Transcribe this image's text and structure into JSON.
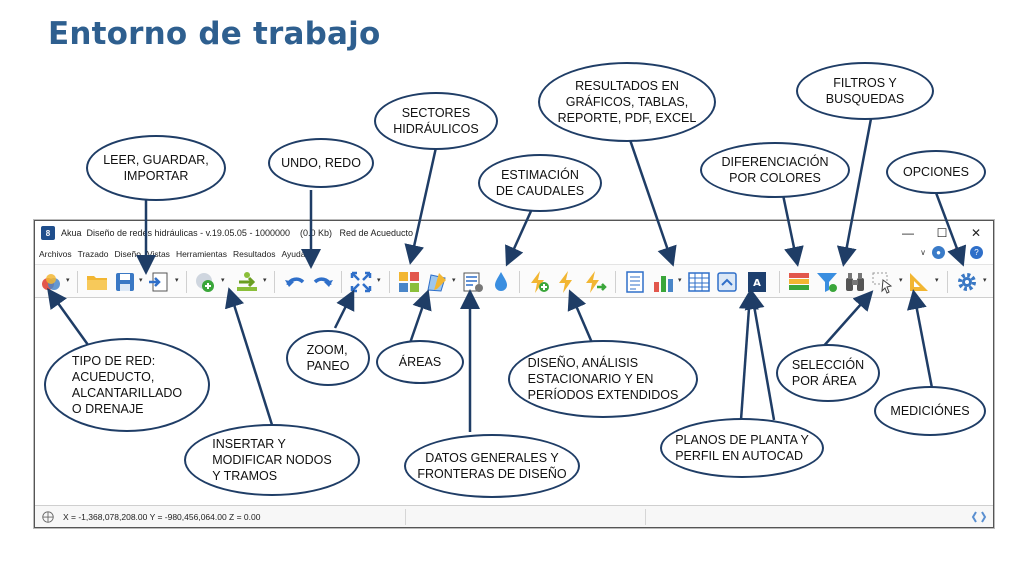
{
  "slide": {
    "title": "Entorno de trabajo"
  },
  "window": {
    "app_name": "Akua",
    "title": "Akua  Diseño de redes hidráulicas - v.19.05.05 - 1000000    (0.0 Kb)   Red de Acueducto",
    "logo_text": "8",
    "controls": {
      "minimize": "—",
      "maximize": "☐",
      "close": "✕"
    }
  },
  "menu": {
    "items": [
      "Archivos",
      "Trazado",
      "Diseño",
      "Vistas",
      "Herramientas",
      "Resultados",
      "Ayuda"
    ],
    "dropdown_glyph": "∨"
  },
  "status": {
    "coords": "X = -1,368,078,208.00  Y = -980,456,064.00  Z = 0.00"
  },
  "callouts": {
    "leer": "LEER, GUARDAR,\nIMPORTAR",
    "undo": "UNDO, REDO",
    "sectores": "SECTORES\nHIDRÁULICOS",
    "estimacion": "ESTIMACIÓN\nDE CAUDALES",
    "resultados": "RESULTADOS EN\nGRÁFICOS, TABLAS,\nREPORTE, PDF, EXCEL",
    "diferenciacion": "DIFERENCIACIÓN\nPOR COLORES",
    "filtros": "FILTROS Y\nBUSQUEDAS",
    "opciones": "OPCIONES",
    "tipo_red": "TIPO DE RED:\nACUEDUCTO,\nALCANTARILLADO\nO DRENAJE",
    "insertar": "INSERTAR Y\nMODIFICAR  NODOS\nY TRAMOS",
    "zoom": "ZOOM,\nPANEO",
    "areas": "ÁREAS",
    "datos": "DATOS GENERALES Y\nFRONTERAS DE DISEÑO",
    "diseno": "DISEÑO, ANÁLISIS\nESTACIONARIO Y EN\nPERÍODOS EXTENDIDOS",
    "planos": "PLANOS DE PLANTA Y\nPERFIL EN AUTOCAD",
    "seleccion": "SELECCIÓN\nPOR ÁREA",
    "mediciones": "MEDICIÓNES"
  },
  "colors": {
    "title": "#2e5f8f",
    "callout_border": "#1f3d66",
    "arrow": "#1f3d66"
  }
}
